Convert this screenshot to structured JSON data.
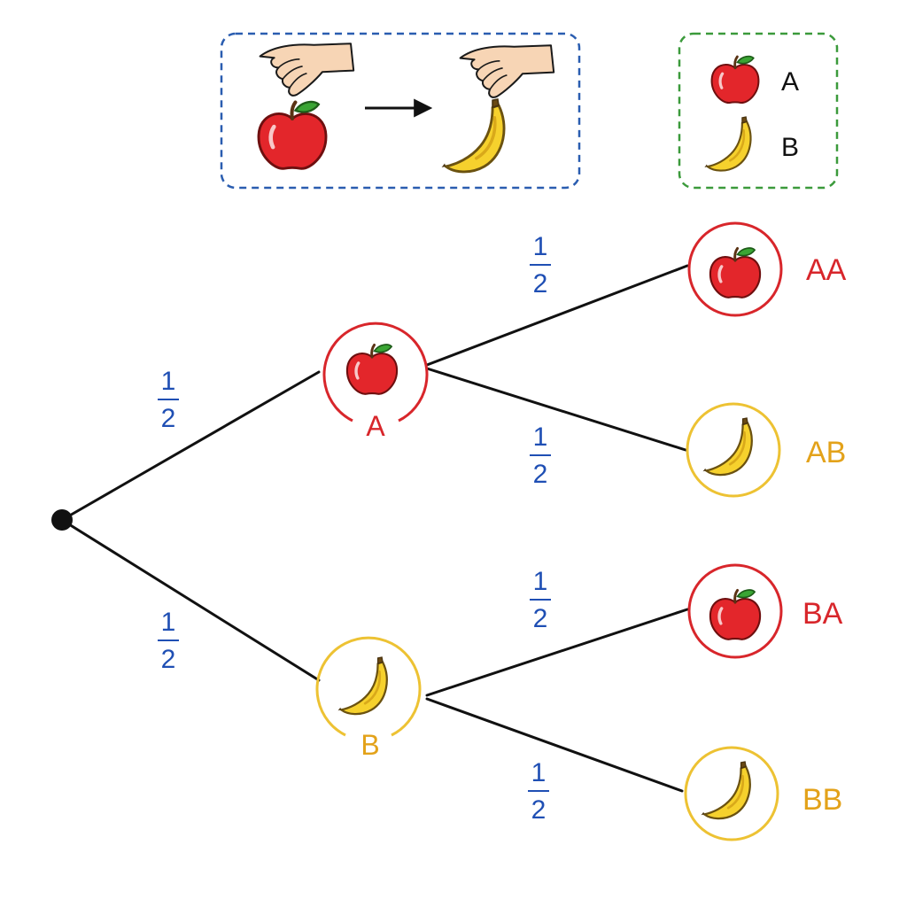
{
  "colors": {
    "branch": "#111111",
    "probability": "#1f4fb4",
    "apple_accent": "#d8262b",
    "banana_accent": "#e3a21a",
    "banana_ring": "#edc233",
    "action_box": "#2a5db0",
    "key_box": "#3b9a3b"
  },
  "action_box": {
    "first_item_icon": "apple-icon",
    "second_item_icon": "banana-icon",
    "arrow_icon": "right-arrow-icon",
    "hand_icon": "hand-icon"
  },
  "key": {
    "items": [
      {
        "icon": "apple-icon",
        "label": "A"
      },
      {
        "icon": "banana-icon",
        "label": "B"
      }
    ]
  },
  "tree": {
    "first_draw": [
      {
        "label": "A",
        "icon": "apple-icon",
        "probability": {
          "num": "1",
          "den": "2"
        }
      },
      {
        "label": "B",
        "icon": "banana-icon",
        "probability": {
          "num": "1",
          "den": "2"
        }
      }
    ],
    "outcomes": [
      {
        "label": "AA",
        "icon": "apple-icon",
        "probability": {
          "num": "1",
          "den": "2"
        }
      },
      {
        "label": "AB",
        "icon": "banana-icon",
        "probability": {
          "num": "1",
          "den": "2"
        }
      },
      {
        "label": "BA",
        "icon": "apple-icon",
        "probability": {
          "num": "1",
          "den": "2"
        }
      },
      {
        "label": "BB",
        "icon": "banana-icon",
        "probability": {
          "num": "1",
          "den": "2"
        }
      }
    ]
  }
}
